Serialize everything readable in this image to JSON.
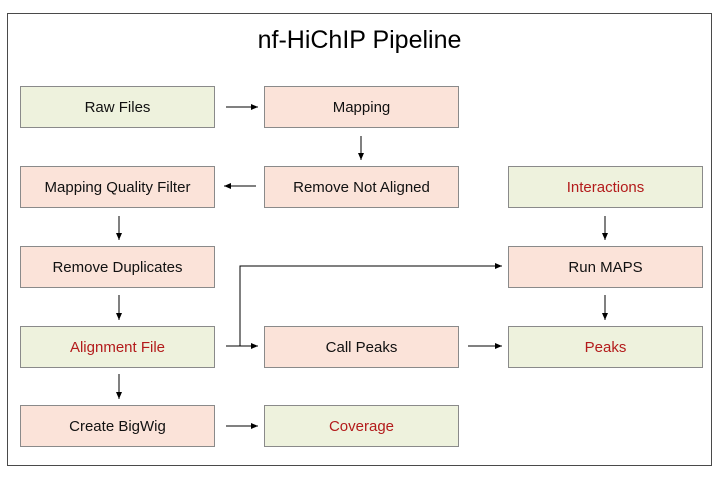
{
  "title": "nf-HiChIP Pipeline",
  "nodes": {
    "raw_files": "Raw Files",
    "mapping": "Mapping",
    "mapping_quality_filter": "Mapping Quality Filter",
    "remove_not_aligned": "Remove Not Aligned",
    "interactions": "Interactions",
    "remove_duplicates": "Remove Duplicates",
    "run_maps": "Run MAPS",
    "alignment_file": "Alignment File",
    "call_peaks": "Call Peaks",
    "peaks": "Peaks",
    "create_bigwig": "Create BigWig",
    "coverage": "Coverage"
  },
  "colors": {
    "input_output_fill": "#eef2dd",
    "process_fill": "#fbe3d9",
    "output_text": "#b31b1b"
  }
}
